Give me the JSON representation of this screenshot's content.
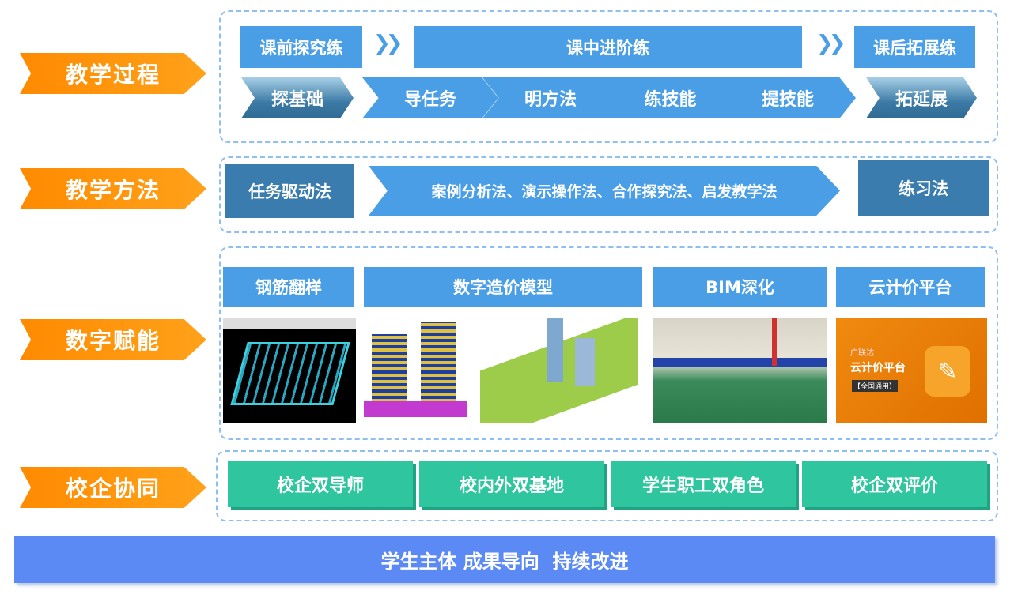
{
  "side_labels": [
    "教学过程",
    "教学方法",
    "数字赋能",
    "校企协同"
  ],
  "process": {
    "stages": [
      "课前探究练",
      "课中进阶练",
      "课后拓展练"
    ],
    "steps": [
      "探基础",
      "导任务",
      "明方法",
      "练技能",
      "提技能",
      "拓延展"
    ]
  },
  "methods": {
    "left": "任务驱动法",
    "middle": "案例分析法、演示操作法、合作探究法、启发教学法",
    "right": "练习法"
  },
  "digital": {
    "labels": [
      "钢筋翻样",
      "数字造价模型",
      "BIM深化",
      "云计价平台"
    ],
    "cloud_card": {
      "brand": "广联达",
      "title": "云计价平台",
      "tag": "【全国通用】"
    }
  },
  "cooperation": [
    "校企双导师",
    "校内外双基地",
    "学生职工双角色",
    "校企双评价"
  ],
  "footer": "学生主体 成果导向  持续改进",
  "colors": {
    "orange": "#ff9200",
    "blue": "#4a9ee6",
    "dark_blue": "#3b7cae",
    "green": "#2ec59f",
    "footer": "#5b8af5"
  }
}
